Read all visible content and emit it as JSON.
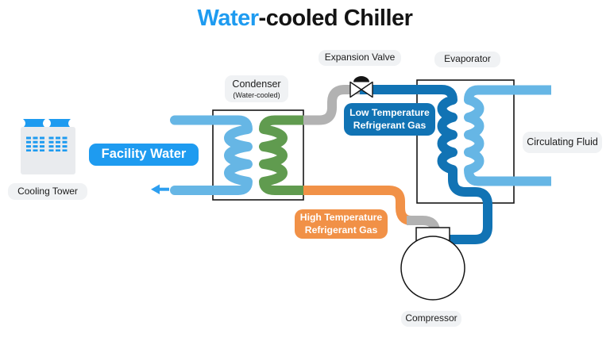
{
  "title": {
    "highlight": "Water",
    "rest": "-cooled Chiller"
  },
  "labels": {
    "cooling_tower": "Cooling Tower",
    "facility_water": "Facility Water",
    "condenser_line1": "Condenser",
    "condenser_line2": "(Water-cooled)",
    "expansion_valve": "Expansion Valve",
    "evaporator": "Evaporator",
    "circulating_fluid": "Circulating Fluid",
    "compressor": "Compressor",
    "low_temp_line1": "Low Temperature",
    "low_temp_line2": "Refrigerant Gas",
    "high_temp_line1": "High Temperature",
    "high_temp_line2": "Refrigerant Gas"
  },
  "colors": {
    "blue": "#1E9BF0",
    "light_blue": "#66B6E5",
    "dark_blue": "#1173B4",
    "green": "#609B4F",
    "orange": "#F19147",
    "gray": "#B2B2B2",
    "arrow": "#2D9FF0",
    "pill_bg": "#F0F2F4",
    "tower_body": "#E9EBEE",
    "ink": "#141414"
  }
}
